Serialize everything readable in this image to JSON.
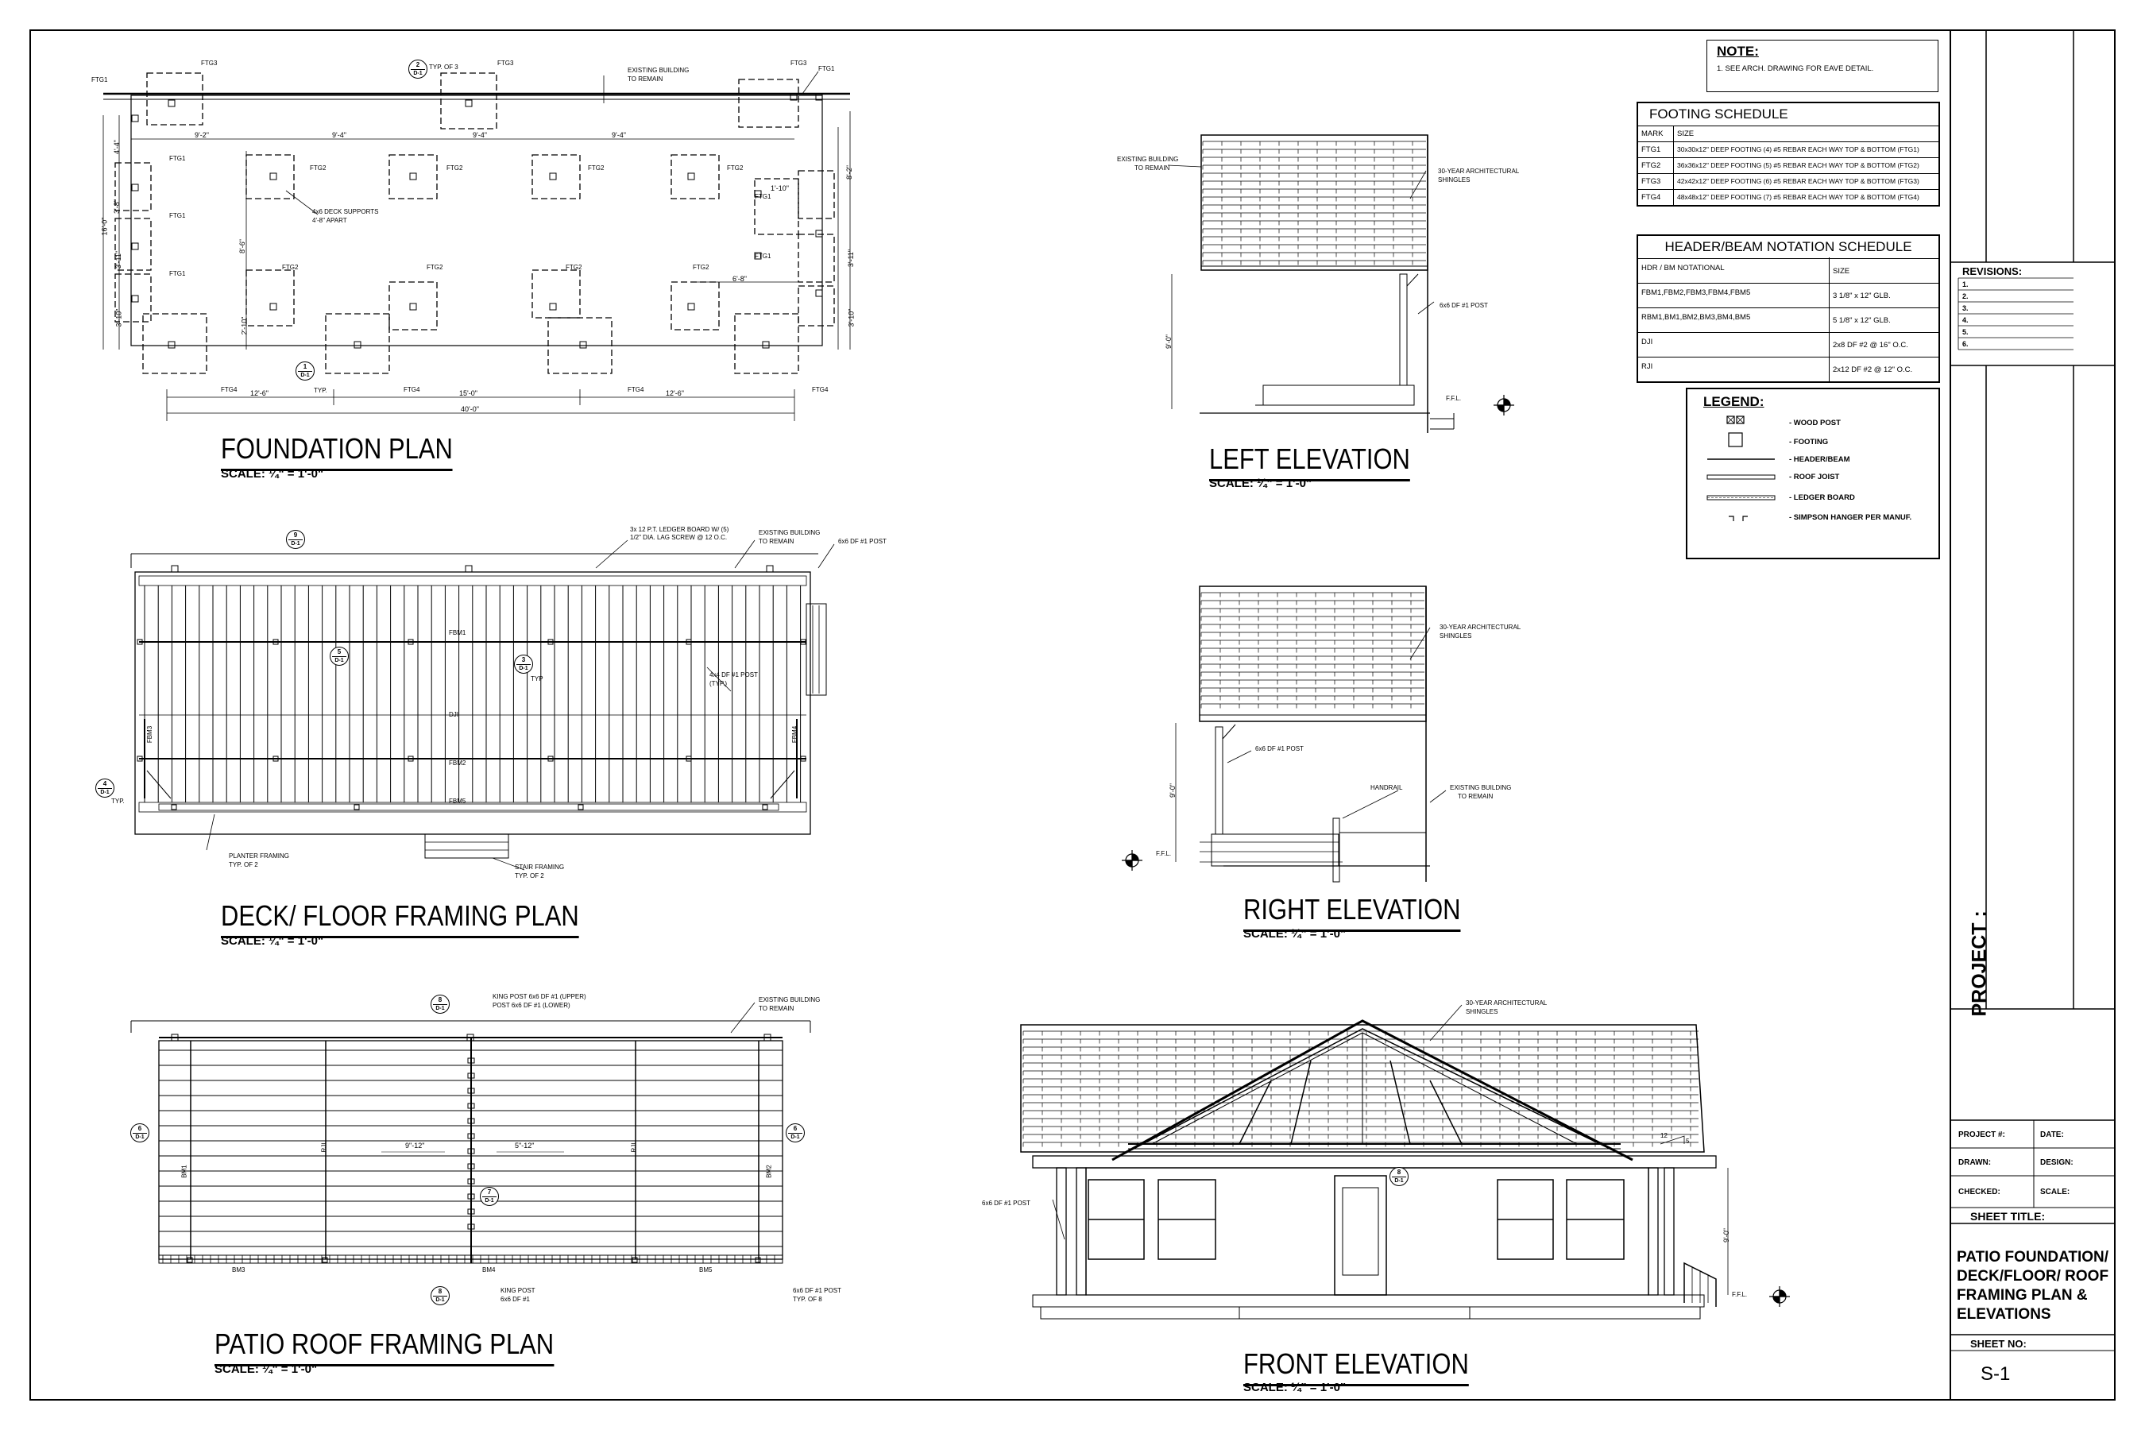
{
  "views": {
    "foundation": {
      "title": "FOUNDATION PLAN",
      "scale": "SCALE: ¼\" = 1'-0\""
    },
    "deck": {
      "title": "DECK/ FLOOR FRAMING PLAN",
      "scale": "SCALE: ¼\" = 1'-0\""
    },
    "roof": {
      "title": "PATIO ROOF FRAMING PLAN",
      "scale": "SCALE: ¼\" = 1'-0\""
    },
    "left": {
      "title": "LEFT ELEVATION",
      "scale": "SCALE: ¼\" = 1'-0\""
    },
    "right": {
      "title": "RIGHT ELEVATION",
      "scale": "SCALE: ¼\" = 1'-0\""
    },
    "front": {
      "title": "FRONT ELEVATION",
      "scale": "SCALE: ¼\" = 1'-0\""
    }
  },
  "note": {
    "title": "NOTE:",
    "text": "1. SEE ARCH. DRAWING FOR EAVE DETAIL."
  },
  "footing_schedule": {
    "title": "FOOTING SCHEDULE",
    "headers": [
      "MARK",
      "SIZE"
    ],
    "rows": [
      [
        "FTG1",
        "30x30x12\" DEEP FOOTING (4) #5 REBAR EACH WAY TOP & BOTTOM (FTG1)"
      ],
      [
        "FTG2",
        "36x36x12\" DEEP FOOTING (5) #5 REBAR EACH WAY TOP & BOTTOM (FTG2)"
      ],
      [
        "FTG3",
        "42x42x12\" DEEP FOOTING (6) #5 REBAR EACH WAY TOP & BOTTOM (FTG3)"
      ],
      [
        "FTG4",
        "48x48x12\" DEEP FOOTING (7) #5 REBAR EACH WAY TOP & BOTTOM (FTG4)"
      ]
    ]
  },
  "header_schedule": {
    "title": "HEADER/BEAM NOTATION SCHEDULE",
    "headers": [
      "HDR / BM NOTATIONAL",
      "SIZE"
    ],
    "rows": [
      [
        "FBM1,FBM2,FBM3,FBM4,FBM5",
        "3 1/8\" x 12\" GLB."
      ],
      [
        "RBM1,BM1,BM2,BM3,BM4,BM5",
        "5 1/8\" x 12\" GLB."
      ],
      [
        "DJI",
        "2x8 DF #2 @ 16\" O.C."
      ],
      [
        "RJI",
        "2x12 DF #2 @ 12\" O.C."
      ]
    ]
  },
  "legend": {
    "title": "LEGEND:",
    "items": [
      "- WOOD POST",
      "- FOOTING",
      "- HEADER/BEAM",
      "- ROOF JOIST",
      "- LEDGER BOARD",
      "- SIMPSON HANGER PER MANUF."
    ]
  },
  "title_block": {
    "revisions_title": "REVISIONS:",
    "revisions": [
      "1.",
      "2.",
      "3.",
      "4.",
      "5.",
      "6."
    ],
    "project_label": "PROJECT :",
    "project_no": "PROJECT #:",
    "date": "DATE:",
    "drawn": "DRAWN:",
    "design": "DESIGN:",
    "checked": "CHECKED:",
    "scale": "SCALE:",
    "sheet_title_label": "SHEET TITLE:",
    "sheet_title_lines": [
      "PATIO FOUNDATION/",
      "DECK/FLOOR/ ROOF",
      "FRAMING PLAN &",
      "ELEVATIONS"
    ],
    "sheet_no_label": "SHEET NO:",
    "sheet_no": "S-1"
  },
  "foundation_labels": {
    "ftg1": "FTG1",
    "ftg2": "FTG2",
    "ftg3": "FTG3",
    "ftg4": "FTG4",
    "typ_of_3": "TYP. OF 3",
    "existing": "EXISTING BUILDING",
    "to_remain": "TO REMAIN",
    "deck_supports": "4x6 DECK SUPPORTS",
    "apart": "4'-8\" APART",
    "typ": "TYP.",
    "dim_9_2": "9'-2\"",
    "dim_9_4": "9'-4\"",
    "dim_12_6": "12'-6\"",
    "dim_15_0": "15'-0\"",
    "dim_40_0": "40'-0\"",
    "dim_16_0": "16'-0\"",
    "dim_1_10": "1'-10\"",
    "dim_6_8": "6'-8\"",
    "dim_8_2": "8'-2\"",
    "dim_3_11": "3'-11\"",
    "dim_3_10": "3'-10\"",
    "dim_4_4": "4'-4\"",
    "dim_3_8": "3'-8\"",
    "dim_2_10": "2'-10\"",
    "dim_8_6": "8'-6\""
  },
  "deck_labels": {
    "ledger": "3x 12 P.T. LEDGER BOARD W/ (5)",
    "lag": "1/2\" DIA. LAG SCREW @ 12 O.C.",
    "existing": "EXISTING BUILDING",
    "to_remain": "TO REMAIN",
    "post_6x6": "6x6 DF #1 POST",
    "fbm1": "FBM1",
    "fbm2": "FBM2",
    "fbm3": "FBM3",
    "fbm4": "FBM4",
    "fbm5": "FBM5",
    "dji": "DJI",
    "typ": "TYP",
    "typ_dot": "TYP.",
    "post_4x4": "4x4 DF #1 POST",
    "post_typ": "(TYP.)",
    "planter": "PLANTER FRAMING",
    "planter_typ": "TYP. OF 2",
    "stair": "STAIR FRAMING",
    "stair_typ": "TYP. OF 2"
  },
  "roof_labels": {
    "king_post_1": "KING POST 6x6 DF #1 (UPPER)",
    "king_post_2": "POST 6x6 DF #1 (LOWER)",
    "existing": "EXISTING BUILDING",
    "to_remain": "TO REMAIN",
    "rji": "RJI",
    "bm1": "BM1",
    "bm2": "BM2",
    "bm3": "BM3",
    "bm4": "BM4",
    "bm5": "BM5",
    "dim_9_12": "9\"-12\"",
    "dim_5_12": "5\"-12\"",
    "king_post": "KING POST",
    "king_post_b": "6x6 DF #1",
    "post_6x6": "6x6 DF #1 POST",
    "typ_of_8": "TYP. OF 8"
  },
  "elev_labels": {
    "existing": "EXISTING BUILDING",
    "to_remain": "TO REMAIN",
    "shingles_1": "30-YEAR ARCHITECTURAL",
    "shingles_2": "SHINGLES",
    "post_6x6": "6x6 DF #1 POST",
    "ffl": "F.F.L.",
    "dim_9_0": "9'-0\"",
    "handrail": "HANDRAIL",
    "pitch_12": "12",
    "pitch_5": "5"
  },
  "bubbles": [
    {
      "num": "2",
      "sheet": "D-1"
    },
    {
      "num": "1",
      "sheet": "D-1"
    },
    {
      "num": "9",
      "sheet": "D-1"
    },
    {
      "num": "5",
      "sheet": "D-1"
    },
    {
      "num": "3",
      "sheet": "D-1"
    },
    {
      "num": "4",
      "sheet": "D-1"
    },
    {
      "num": "8",
      "sheet": "D-1"
    },
    {
      "num": "6",
      "sheet": "D-1"
    },
    {
      "num": "6",
      "sheet": "D-1"
    },
    {
      "num": "7",
      "sheet": "D-1"
    },
    {
      "num": "8",
      "sheet": "D-1"
    },
    {
      "num": "8",
      "sheet": "D-1"
    }
  ]
}
